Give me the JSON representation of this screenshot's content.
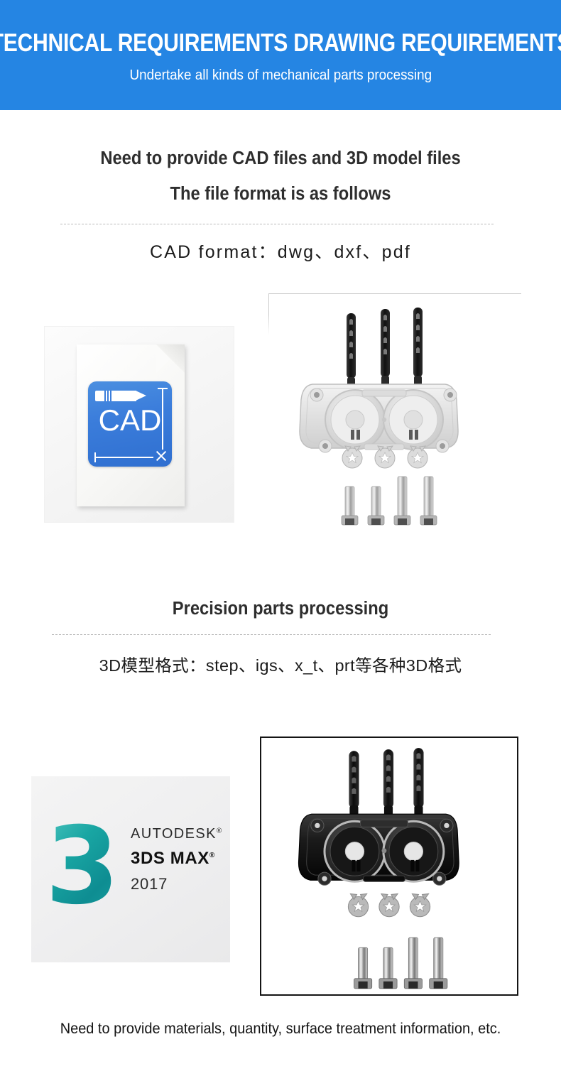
{
  "banner": {
    "title": "TECHNICAL REQUIREMENTS DRAWING REQUIREMENTS",
    "subtitle": "Undertake all kinds of mechanical parts processing",
    "background_color": "#2585E3",
    "text_color": "#FFFFFF"
  },
  "section_cad": {
    "headline_line1": "Need to provide CAD files and 3D model files",
    "headline_line2": "The file format is as follows",
    "format_line": "CAD format：dwg、dxf、pdf",
    "cad_icon": {
      "label": "CAD",
      "icon_name": "cad-file-icon",
      "accent_color": "#3B7DDB"
    },
    "photo_caption": ""
  },
  "section_3d": {
    "headline": "Precision parts processing",
    "format_line": "3D模型格式：step、igs、x_t、prt等各种3D格式",
    "autodesk_logo": {
      "numeral": "3",
      "brand": "AUTODESK",
      "product": "3DS MAX",
      "year": "2017",
      "registered_mark": "®",
      "accent_color": "#19A6A3"
    }
  },
  "footer": {
    "note": "Need to provide materials, quantity, surface treatment information, etc."
  },
  "photos": [
    {
      "name": "white-housing-assembly-photo",
      "description": "White mechanical housing with three black levers, three star washers and four bolts",
      "body_color": "#E8E8E8",
      "lever_color": "#1E1E1E"
    },
    {
      "name": "black-housing-assembly-photo",
      "description": "Black mechanical housing with three black levers, three star washers and four bolts",
      "body_color": "#1C1C1C",
      "lever_color": "#151515"
    }
  ]
}
